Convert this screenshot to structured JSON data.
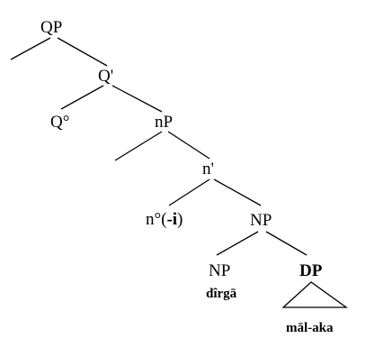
{
  "tree": {
    "nodes": {
      "qp": "QP",
      "q_bar": "Q'",
      "q_head": "Q°",
      "np_top": "nP",
      "n_bar": "n'",
      "n_head_prefix": "n°(",
      "n_head_suffix": "-i",
      "n_head_close": ")",
      "np_right": "NP",
      "np_left": "NP",
      "np_left_word": "dîrgā",
      "dp": "DP",
      "dp_word": "māl-aka"
    }
  }
}
